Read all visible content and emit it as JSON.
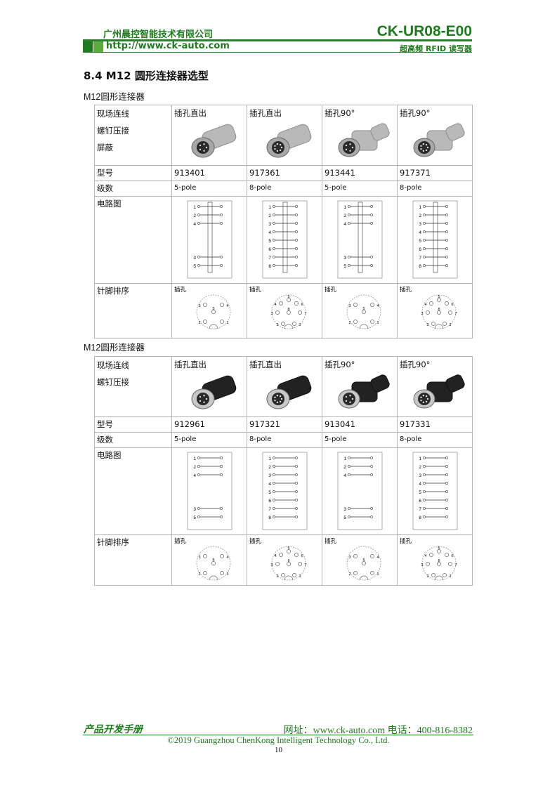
{
  "header": {
    "company": "广州晨控智能技术有限公司",
    "url": "http://www.ck-auto.com",
    "model": "CK-UR08-E00",
    "product": "超高频 RFID 读写器"
  },
  "section_title": "8.4   M12 圆形连接器选型",
  "tables": [
    {
      "caption": "M12圆形连接器",
      "label_lines": [
        "现场连线",
        "螺钉压接",
        "屏蔽"
      ],
      "row_labels": {
        "model": "型号",
        "poles": "级数",
        "circuit": "电路图",
        "pinout": "针脚排序"
      },
      "columns": [
        {
          "type": "插孔直出",
          "model": "913401",
          "poles": "5-pole",
          "pin_label": "插孔",
          "style": "metal-straight"
        },
        {
          "type": "插孔直出",
          "model": "917361",
          "poles": "8-pole",
          "pin_label": "插孔",
          "style": "metal-straight"
        },
        {
          "type": "插孔90°",
          "model": "913441",
          "poles": "5-pole",
          "pin_label": "插孔",
          "style": "metal-angle"
        },
        {
          "type": "插孔90°",
          "model": "917371",
          "poles": "8-pole",
          "pin_label": "插孔",
          "style": "metal-angle"
        }
      ]
    },
    {
      "caption": "M12圆形连接器",
      "label_lines": [
        "现场连线",
        "螺钉压接"
      ],
      "row_labels": {
        "model": "型号",
        "poles": "级数",
        "circuit": "电路图",
        "pinout": "针脚排序"
      },
      "columns": [
        {
          "type": "插孔直出",
          "model": "912961",
          "poles": "5-pole",
          "pin_label": "插孔",
          "style": "black-straight"
        },
        {
          "type": "插孔直出",
          "model": "917321",
          "poles": "8-pole",
          "pin_label": "插孔",
          "style": "black-straight"
        },
        {
          "type": "插孔90°",
          "model": "913041",
          "poles": "5-pole",
          "pin_label": "插孔",
          "style": "black-angle"
        },
        {
          "type": "插孔90°",
          "model": "917331",
          "poles": "8-pole",
          "pin_label": "插孔",
          "style": "black-angle"
        }
      ]
    }
  ],
  "footer": {
    "manual": "产品开发手册",
    "contact": "网址：www.ck-auto.com    电话：400-816-8382",
    "copyright": "©2019 Guangzhou ChenKong Intelligent Technology Co., Ltd.",
    "page": "10"
  },
  "colors": {
    "brand_green": "#1f7a1f",
    "light_green": "#5cab3e"
  }
}
